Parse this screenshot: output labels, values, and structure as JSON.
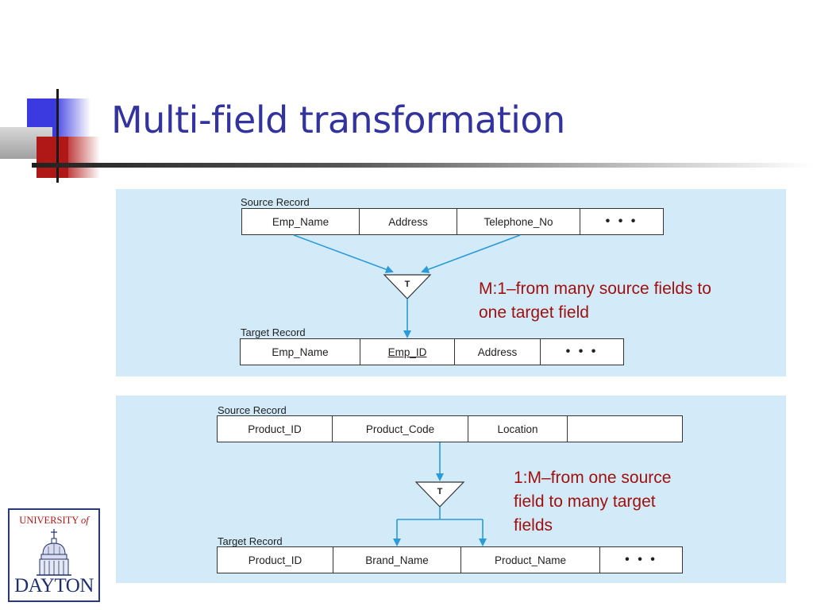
{
  "slide": {
    "title": "Multi-field transformation"
  },
  "diagram_top": {
    "source_label": "Source Record",
    "source_fields": [
      "Emp_Name",
      "Address",
      "Telephone_No",
      "• • •"
    ],
    "transform_symbol": "T",
    "target_label": "Target Record",
    "target_fields": [
      "Emp_Name",
      "Emp_ID",
      "Address",
      "• • •"
    ],
    "note_line1": "M:1–from many source fields to",
    "note_line2": "one target field"
  },
  "diagram_bottom": {
    "source_label": "Source Record",
    "source_fields": [
      "Product_ID",
      "Product_Code",
      "Location",
      ""
    ],
    "transform_symbol": "T",
    "target_label": "Target Record",
    "target_fields": [
      "Product_ID",
      "Brand_Name",
      "Product_Name",
      "• • •"
    ],
    "note_line1": "1:M–from one source",
    "note_line2": "field to many target",
    "note_line3": "fields"
  },
  "logo": {
    "top_text": "UNIVERSITY",
    "top_text_of": "of",
    "bottom_text": "DAYTON"
  },
  "colors": {
    "title": "#3333a0",
    "panel": "#d3ebf8",
    "arrow": "#2a9ad8",
    "note": "#a01010",
    "deco_blue": "#3a3ae0",
    "deco_red": "#b01818"
  }
}
